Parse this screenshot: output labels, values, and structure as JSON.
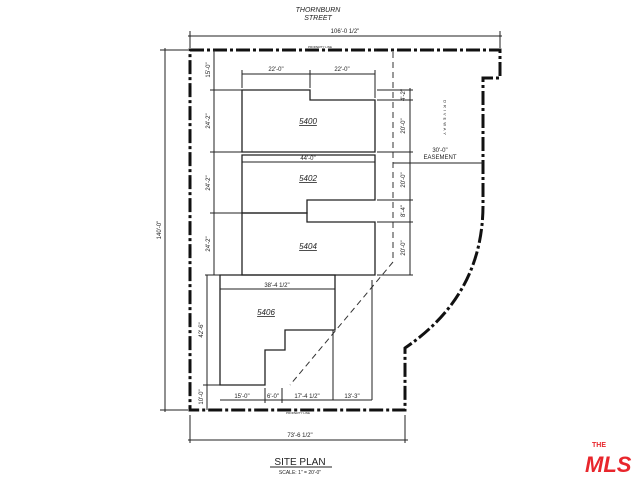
{
  "street": {
    "line1": "THORNBURN",
    "line2": "STREET"
  },
  "overall_dims": {
    "top": "106'-0 1/2\"",
    "left": "140'-0\"",
    "bottom": "73'-6 1/2\""
  },
  "property_line_label": "PROPERTY LINE",
  "units": [
    {
      "label": "5400"
    },
    {
      "label": "5402"
    },
    {
      "label": "5404"
    },
    {
      "label": "5406"
    }
  ],
  "dimensions": {
    "top_left": "22'-0\"",
    "top_right": "22'-0\"",
    "mid_width": "44'-0\"",
    "lower_width": "38'-4 1/2\"",
    "left_setback": "15'-0\"",
    "left_1": "24'-2\"",
    "left_2": "24'-2\"",
    "left_3": "24'-2\"",
    "left_4": "42'-6\"",
    "left_5": "10'-0\"",
    "right_1": "4'-2\"",
    "right_2": "20'-0\"",
    "right_3": "20'-0\"",
    "right_4": "8'-4\"",
    "right_5": "20'-0\"",
    "bottom_1": "15'-0\"",
    "bottom_2": "6'-0\"",
    "bottom_3": "17'-4 1/2\"",
    "bottom_4": "13'-3\""
  },
  "driveway": "DRIVEWAY",
  "easement": {
    "width": "30'-0\"",
    "label": "EASEMENT"
  },
  "title": "SITE  PLAN",
  "scale": "SCALE:  1\" = 20'-0\"",
  "logo": {
    "top": "THE",
    "main": "MLS",
    "color": "#e8262c"
  }
}
